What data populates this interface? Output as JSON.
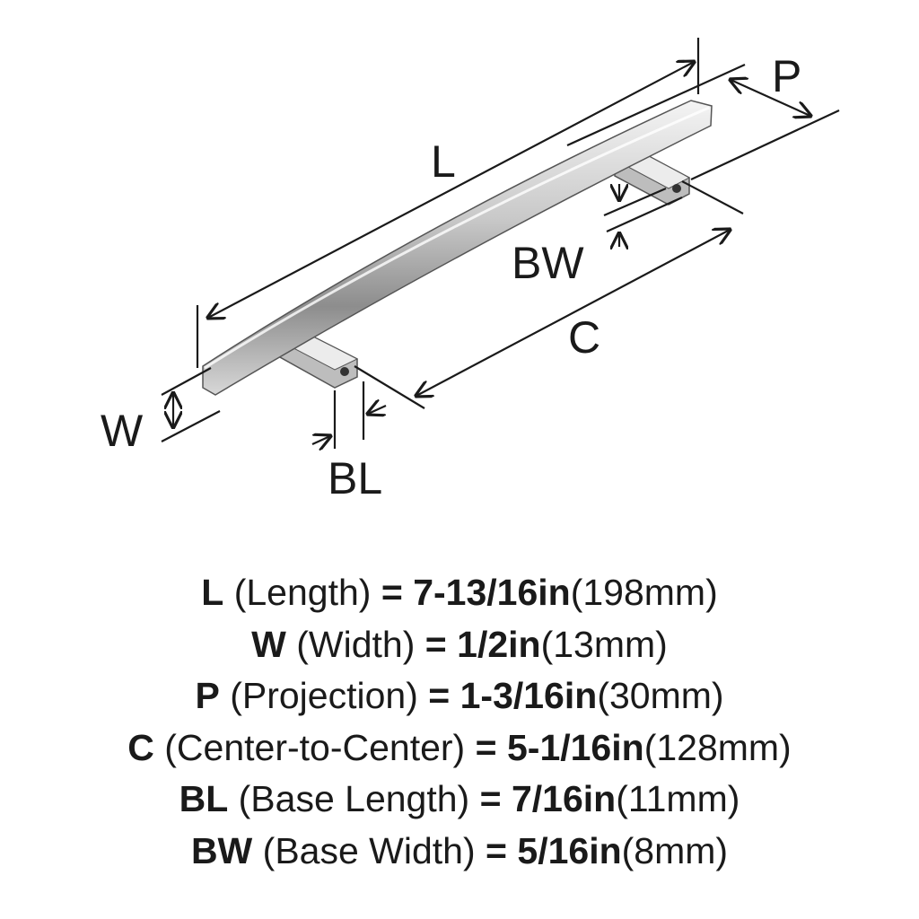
{
  "diagram_labels": {
    "L": "L",
    "P": "P",
    "BW": "BW",
    "C": "C",
    "W": "W",
    "BL": "BL"
  },
  "specs": [
    {
      "key": "L",
      "name": "(Length)",
      "eq": "=",
      "value": "7-13/16in",
      "metric": "(198mm)"
    },
    {
      "key": "W",
      "name": "(Width)",
      "eq": "=",
      "value": "1/2in",
      "metric": "(13mm)"
    },
    {
      "key": "P",
      "name": "(Projection)",
      "eq": "=",
      "value": "1-3/16in",
      "metric": "(30mm)"
    },
    {
      "key": "C",
      "name": "(Center-to-Center)",
      "eq": "=",
      "value": "5-1/16in",
      "metric": "(128mm)"
    },
    {
      "key": "BL",
      "name": "(Base Length)",
      "eq": "=",
      "value": "7/16in",
      "metric": "(11mm)"
    },
    {
      "key": "BW",
      "name": "(Base Width)",
      "eq": "=",
      "value": "5/16in",
      "metric": "(8mm)"
    }
  ]
}
